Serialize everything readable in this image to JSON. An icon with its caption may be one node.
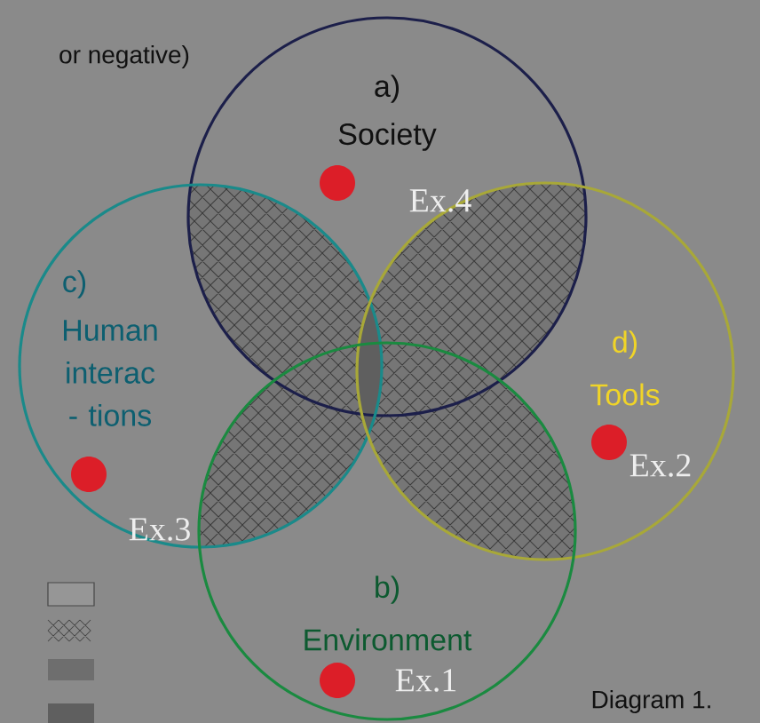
{
  "diagram": {
    "nodes": [
      {
        "text": [
          "a)",
          "Society"
        ]
      },
      {
        "text": [
          "c)",
          "Human interac - tions"
        ]
      },
      {
        "text": [
          "d)",
          "Tools"
        ]
      },
      {
        "text": [
          "b)",
          "Environment"
        ]
      }
    ],
    "labels": [
      "or negative)",
      "Ex.4",
      "Ex.2",
      "Ex.3",
      "Ex.1",
      "Diagram 1."
    ]
  }
}
